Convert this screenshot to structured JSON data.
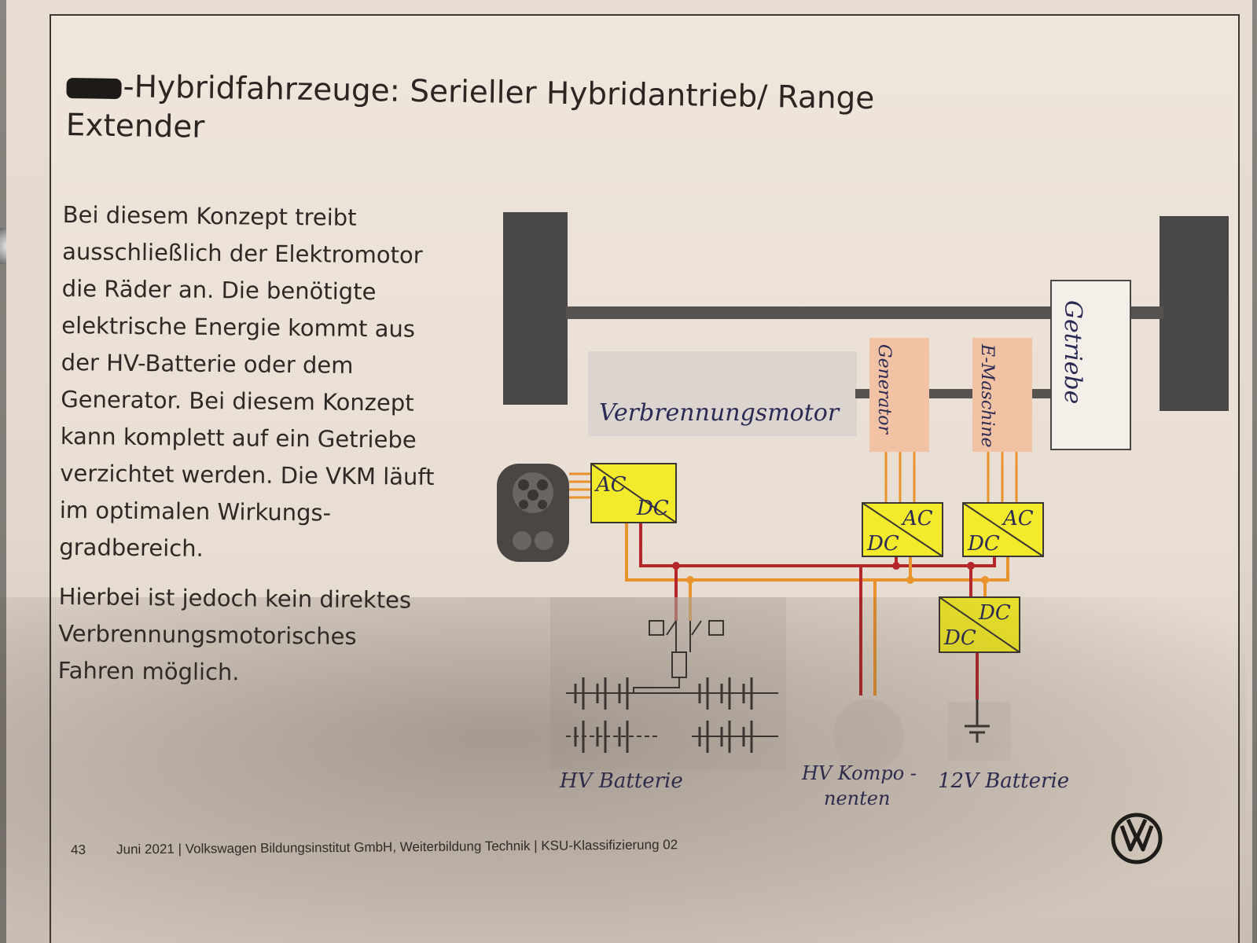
{
  "slide": {
    "title": "-Hybridfahrzeuge: Serieller Hybridantrieb/ Range Extender",
    "paragraph_1": "Bei diesem Konzept treibt ausschließlich der Elektromotor die Räder an. Die benötigte elektrische Energie kommt aus der HV-Batterie oder dem Generator. Bei diesem Konzept kann komplett auf ein Getriebe verzichtet werden. Die VKM läuft im optimalen Wirkungs-gradbereich.",
    "paragraph_2": "Hierbei ist jedoch kein direktes Verbrennungsmotorisches Fahren möglich."
  },
  "diagram": {
    "engine_label": "Verbrennungsmotor",
    "generator_label": "Generator",
    "emachine_label": "E-Maschine",
    "gearbox_label": "Getriebe",
    "converters": {
      "charger_ac": "AC",
      "charger_dc": "DC",
      "gen_ac": "AC",
      "gen_dc": "DC",
      "motor_ac": "AC",
      "motor_dc": "DC",
      "dcdc_top": "DC",
      "dcdc_bottom": "DC"
    },
    "hv_battery_label": "HV Batterie",
    "hv_components_label_1": "HV Kompo -",
    "hv_components_label_2": "nenten",
    "battery_12v_label": "12V Batterie",
    "colors": {
      "hv_plus": "#b3262a",
      "hv_minus": "#e8932d",
      "converter": "#f2ea2a",
      "machine": "#f1c2a3",
      "axle": "#4a4846"
    }
  },
  "footer": {
    "page_number": "43",
    "text": "Juni 2021 | Volkswagen Bildungsinstitut GmbH, Weiterbildung Technik | KSU-Klassifizierung 02"
  }
}
